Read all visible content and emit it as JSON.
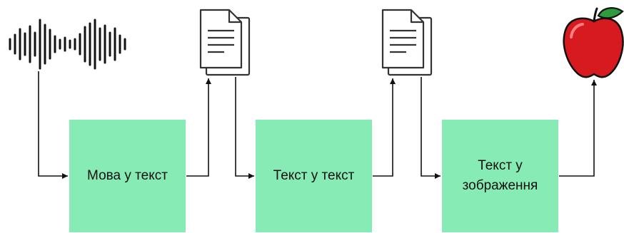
{
  "steps": [
    {
      "label": "Мова у текст"
    },
    {
      "label": "Текст у текст"
    },
    {
      "label": "Текст у зображення"
    }
  ],
  "icons": [
    "audio-waveform-icon",
    "document-icon",
    "document-icon",
    "apple-icon"
  ],
  "colors": {
    "box_fill": "#86ebb4",
    "line": "#111111",
    "apple": "#d71920",
    "leaf": "#2e9b3c"
  }
}
